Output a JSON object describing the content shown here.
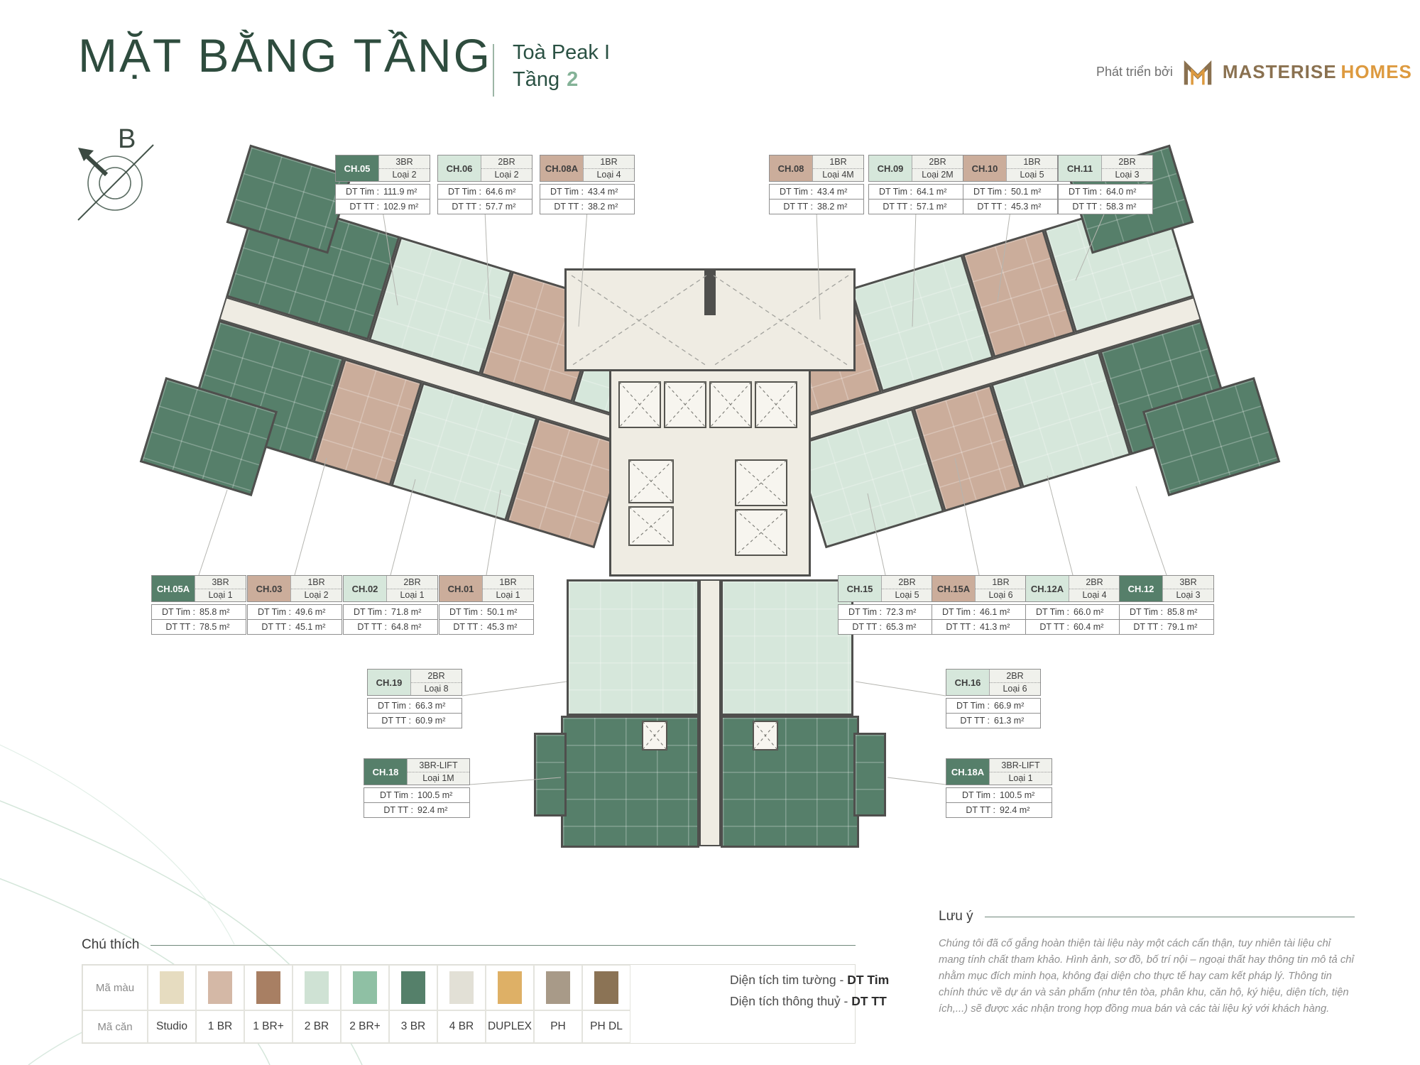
{
  "header": {
    "title": "MẶT BẰNG TẦNG",
    "tower": "Toà Peak I",
    "floor_label": "Tầng",
    "floor_number": "2",
    "developer_prefix": "Phát triển bởi",
    "brand_main": "MASTERISE",
    "brand_suffix": "HOMES"
  },
  "compass": {
    "label": "B"
  },
  "labels": {
    "dt_tim": "DT Tim :",
    "dt_tt": "DT TT :"
  },
  "units": [
    {
      "code": "CH.05",
      "type": "3BR",
      "variant": "Loại 2",
      "dt_tim": "111.9 m²",
      "dt_tt": "102.9 m²",
      "color": "#567f6a",
      "text_color": "#ffffff"
    },
    {
      "code": "CH.06",
      "type": "2BR",
      "variant": "Loại 2",
      "dt_tim": "64.6 m²",
      "dt_tt": "57.7 m²",
      "color": "#d6e7db",
      "text_color": "#3e3e3e"
    },
    {
      "code": "CH.08A",
      "type": "1BR",
      "variant": "Loại 4",
      "dt_tim": "43.4 m²",
      "dt_tt": "38.2 m²",
      "color": "#cbad9b",
      "text_color": "#3e3e3e"
    },
    {
      "code": "CH.08",
      "type": "1BR",
      "variant": "Loại 4M",
      "dt_tim": "43.4 m²",
      "dt_tt": "38.2 m²",
      "color": "#cbad9b",
      "text_color": "#3e3e3e"
    },
    {
      "code": "CH.09",
      "type": "2BR",
      "variant": "Loại 2M",
      "dt_tim": "64.1 m²",
      "dt_tt": "57.1 m²",
      "color": "#d6e7db",
      "text_color": "#3e3e3e"
    },
    {
      "code": "CH.10",
      "type": "1BR",
      "variant": "Loại 5",
      "dt_tim": "50.1 m²",
      "dt_tt": "45.3 m²",
      "color": "#cbad9b",
      "text_color": "#3e3e3e"
    },
    {
      "code": "CH.11",
      "type": "2BR",
      "variant": "Loại 3",
      "dt_tim": "64.0 m²",
      "dt_tt": "58.3 m²",
      "color": "#d6e7db",
      "text_color": "#3e3e3e"
    },
    {
      "code": "CH.05A",
      "type": "3BR",
      "variant": "Loại 1",
      "dt_tim": "85.8 m²",
      "dt_tt": "78.5 m²",
      "color": "#567f6a",
      "text_color": "#ffffff"
    },
    {
      "code": "CH.03",
      "type": "1BR",
      "variant": "Loại 2",
      "dt_tim": "49.6 m²",
      "dt_tt": "45.1 m²",
      "color": "#cbad9b",
      "text_color": "#3e3e3e"
    },
    {
      "code": "CH.02",
      "type": "2BR",
      "variant": "Loại 1",
      "dt_tim": "71.8 m²",
      "dt_tt": "64.8 m²",
      "color": "#d6e7db",
      "text_color": "#3e3e3e"
    },
    {
      "code": "CH.01",
      "type": "1BR",
      "variant": "Loại 1",
      "dt_tim": "50.1 m²",
      "dt_tt": "45.3 m²",
      "color": "#cbad9b",
      "text_color": "#3e3e3e"
    },
    {
      "code": "CH.15",
      "type": "2BR",
      "variant": "Loại 5",
      "dt_tim": "72.3 m²",
      "dt_tt": "65.3 m²",
      "color": "#d6e7db",
      "text_color": "#3e3e3e"
    },
    {
      "code": "CH.15A",
      "type": "1BR",
      "variant": "Loại 6",
      "dt_tim": "46.1 m²",
      "dt_tt": "41.3 m²",
      "color": "#cbad9b",
      "text_color": "#3e3e3e"
    },
    {
      "code": "CH.12A",
      "type": "2BR",
      "variant": "Loại 4",
      "dt_tim": "66.0 m²",
      "dt_tt": "60.4 m²",
      "color": "#d6e7db",
      "text_color": "#3e3e3e"
    },
    {
      "code": "CH.12",
      "type": "3BR",
      "variant": "Loại 3",
      "dt_tim": "85.8 m²",
      "dt_tt": "79.1 m²",
      "color": "#567f6a",
      "text_color": "#ffffff"
    },
    {
      "code": "CH.19",
      "type": "2BR",
      "variant": "Loại 8",
      "dt_tim": "66.3 m²",
      "dt_tt": "60.9 m²",
      "color": "#d6e7db",
      "text_color": "#3e3e3e"
    },
    {
      "code": "CH.16",
      "type": "2BR",
      "variant": "Loại 6",
      "dt_tim": "66.9 m²",
      "dt_tt": "61.3 m²",
      "color": "#d6e7db",
      "text_color": "#3e3e3e"
    },
    {
      "code": "CH.18",
      "type": "3BR-LIFT",
      "variant": "Loại 1M",
      "dt_tim": "100.5 m²",
      "dt_tt": "92.4 m²",
      "color": "#567f6a",
      "text_color": "#ffffff"
    },
    {
      "code": "CH.18A",
      "type": "3BR-LIFT",
      "variant": "Loại 1",
      "dt_tim": "100.5 m²",
      "dt_tt": "92.4 m²",
      "color": "#567f6a",
      "text_color": "#ffffff"
    }
  ],
  "legend": {
    "heading": "Chú thích",
    "color_row_label": "Mã màu",
    "unit_row_label": "Mã căn",
    "items": [
      {
        "label": "Studio",
        "color": "#e6dcc0"
      },
      {
        "label": "1 BR",
        "color": "#d4b8a6"
      },
      {
        "label": "1 BR+",
        "color": "#a87f63"
      },
      {
        "label": "2 BR",
        "color": "#cfe2d4"
      },
      {
        "label": "2 BR+",
        "color": "#8fc0a4"
      },
      {
        "label": "3 BR",
        "color": "#55806a"
      },
      {
        "label": "4 BR",
        "color": "#e2e0d6"
      },
      {
        "label": "DUPLEX",
        "color": "#deb066"
      },
      {
        "label": "PH",
        "color": "#a89a88"
      },
      {
        "label": "PH DL",
        "color": "#8b7355"
      }
    ]
  },
  "area_note": {
    "tim_text": "Diện tích tim tường - ",
    "tim_code": "DT Tim",
    "tt_text": "Diện tích thông thuỷ - ",
    "tt_code": "DT TT"
  },
  "notice": {
    "heading": "Lưu ý",
    "body": "Chúng tôi đã cố gắng hoàn thiện tài liệu này một cách cẩn thận, tuy nhiên tài liệu chỉ mang tính chất tham khảo. Hình ảnh, sơ đồ, bố trí nội – ngoại thất hay thông tin mô tả chỉ nhằm mục đích minh họa, không đại diện cho thực tế hay cam kết pháp lý. Thông tin chính thức về dự án và sản phẩm (như tên tòa, phân khu, căn hộ, ký hiệu, diện tích, tiện ích,...) sẽ được xác nhận trong hợp đồng mua bán và các tài liệu ký với khách hàng."
  }
}
